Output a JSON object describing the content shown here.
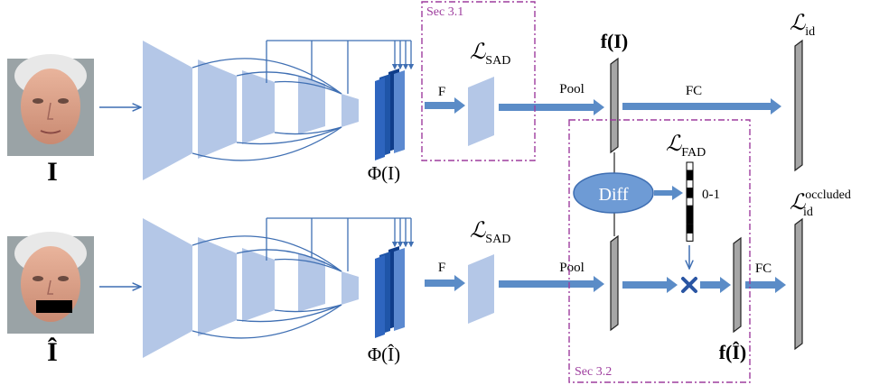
{
  "colors": {
    "block_fill": "#b4c7e7",
    "feature_dark": "#2e5fa8",
    "feature_light": "#5b89d0",
    "arrow": "#5b8cc7",
    "line_blue": "#3f6fb3",
    "dashed_box": "#9e3d9e",
    "diff_fill": "#6e9bd5",
    "cross": "#2a55a3"
  },
  "top": {
    "input_label": "I",
    "feature_label": "Φ(I)",
    "f_label": "F",
    "loss_sad": "SAD",
    "pool_label": "Pool",
    "fc_label": "FC",
    "feature_vector_label": "f(I)",
    "loss_id": "id"
  },
  "bottom": {
    "input_label": "Î",
    "feature_label": "Φ(Î)",
    "f_label": "F",
    "loss_sad": "SAD",
    "pool_label": "Pool",
    "fc_label": "FC",
    "feature_vector_label": "f(Î)",
    "loss_id": "id",
    "loss_id_super": "occluded"
  },
  "mask": {
    "diff_label": "Diff",
    "loss_fad": "FAD",
    "range_label": "0-1",
    "cells": [
      0,
      1,
      0,
      1,
      0,
      1,
      1,
      1,
      0
    ]
  },
  "sections": {
    "sec1": "Sec 3.1",
    "sec2": "Sec 3.2"
  },
  "icons": {
    "loss_symbol": "script-L",
    "multiply": "x-cross-icon"
  }
}
